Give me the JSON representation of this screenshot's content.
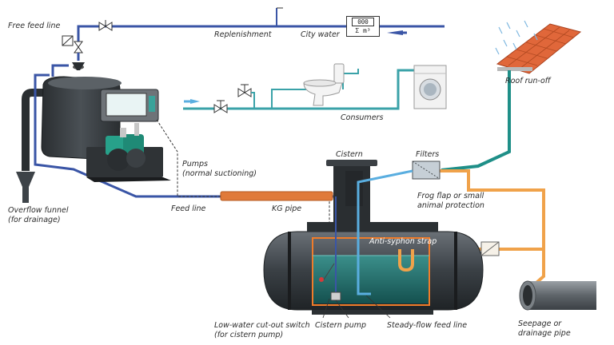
{
  "labels": {
    "free_feed_line": "Free feed line",
    "replenishment": "Replenishment",
    "city_water": "City water",
    "meter_digits": "000",
    "meter_unit": "Σ m³",
    "roof_runoff": "Roof run-off",
    "consumers": "Consumers",
    "pumps_line1": "Pumps",
    "pumps_line2": "(normal suctioning)",
    "cistern": "Cistern",
    "filters": "Filters",
    "frog_flap_line1": "Frog flap or small",
    "frog_flap_line2": "animal protection",
    "overflow_funnel_line1": "Overflow funnel",
    "overflow_funnel_line2": "(for drainage)",
    "feed_line": "Feed line",
    "kg_pipe": "KG pipe",
    "anti_syphon_strap": "Anti-syphon strap",
    "low_water_line1": "Low-water cut-out switch",
    "low_water_line2": "(for cistern pump)",
    "cistern_pump": "Cistern pump",
    "steady_flow_feed_line": "Steady-flow feed line",
    "seepage_line1": "Seepage or",
    "seepage_line2": "drainage pipe"
  },
  "colors": {
    "potable_water_pipe": "#3a55a6",
    "rainwater_pipe": "#3aa2a8",
    "roof_pipe": "#1f8f88",
    "overflow_pipe": "#f0a24a",
    "kg_pipe": "#e07a3a",
    "tank_body": "#3d4348",
    "water": "#2a7b7a",
    "roof_tiles": "#e0673a"
  }
}
